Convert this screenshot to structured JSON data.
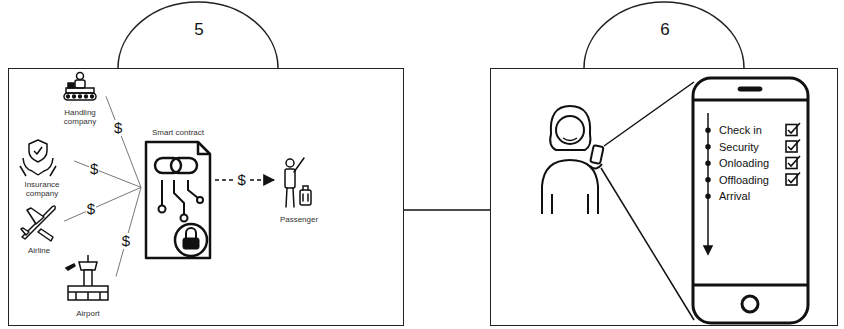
{
  "diagram": {
    "nodes": [
      {
        "text": [
          "5"
        ]
      },
      {
        "text": [
          "Handling company"
        ],
        "in": 0
      },
      {
        "text": [
          "Insurance company"
        ],
        "in": 0
      },
      {
        "text": [
          "Airline"
        ],
        "in": 0
      },
      {
        "text": [
          "Airport"
        ],
        "in": 0
      },
      {
        "text": [
          "Smart contract"
        ],
        "in": 0
      },
      {
        "text": [
          "Passenger"
        ],
        "in": 0
      },
      {
        "text": [
          "6"
        ]
      },
      {
        "text": [
          "Check in",
          "Security",
          "Onloading",
          "Offloading",
          "Arrival"
        ],
        "in": 7
      }
    ],
    "edges": [
      {
        "from": 1,
        "to": 5,
        "label": "$",
        "arrow": "none"
      },
      {
        "from": 2,
        "to": 5,
        "label": "$",
        "arrow": "none"
      },
      {
        "from": 3,
        "to": 5,
        "label": "$",
        "arrow": "none"
      },
      {
        "from": 4,
        "to": 5,
        "label": "$",
        "arrow": "none"
      },
      {
        "from": 5,
        "to": 6,
        "label": "$",
        "arrow": "to"
      },
      {
        "from": 0,
        "to": 7,
        "arrow": "none"
      }
    ]
  }
}
